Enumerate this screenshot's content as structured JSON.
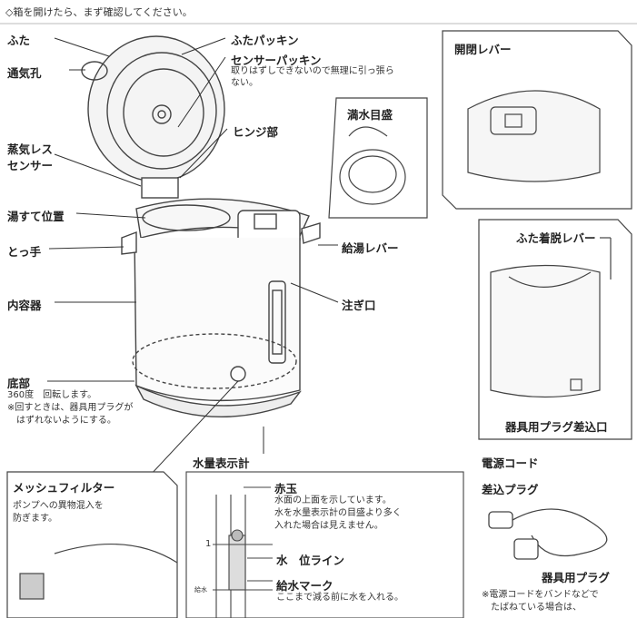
{
  "header": {
    "note": "◇箱を開けたら、まず確認してください。"
  },
  "labels": {
    "futa": "ふた",
    "tsukiko": "通気孔",
    "futa_packing": "ふたパッキン",
    "sensor_packing": "センサーパッキン",
    "sensor_note_1": "取りはずしできないので無理に引っ張ら",
    "sensor_note_2": "ない。",
    "hinge": "ヒンジ部",
    "steamless_1": "蒸気レス",
    "steamless_2": "センサー",
    "yusute": "湯すて位置",
    "totte": "とっ手",
    "naiyoki": "内容器",
    "kyuto_lever": "給湯レバー",
    "sosogi": "注ぎ口",
    "teibu": "底部",
    "teibu_note_1": "360度　回転します。",
    "teibu_note_2": "※回すときは、器具用プラグが",
    "teibu_note_3": "はずれないようにする。",
    "mesh_filter": "メッシュフィルター",
    "mesh_note_1": "ポンプへの異物混入を",
    "mesh_note_2": "防ぎます。",
    "suiryo": "水量表示計",
    "mansui": "満水目盛",
    "kaihei_lever": "開閉レバー",
    "futa_chakudatsu": "ふた着脱レバー",
    "kigu_plug_sashikomi": "器具用プラグ差込口",
    "akadama": "赤玉",
    "akadama_note_1": "水面の上面を示しています。",
    "akadama_note_2": "水を水量表示計の目盛より多く",
    "akadama_note_3": "入れた場合は見えません。",
    "suii_line": "水　位ライン",
    "kyusui_mark": "給水マーク",
    "kyusui_note": "ここまで減る前に水を入れる。",
    "gauge_num": "1",
    "gauge_small": "給水",
    "dengen_cord": "電源コード",
    "sashikomi_plug": "差込プラグ",
    "kigu_plug": "器具用プラグ",
    "cord_note_1": "※電源コードをバンドなどで",
    "cord_note_2": "たばねている場合は、"
  }
}
